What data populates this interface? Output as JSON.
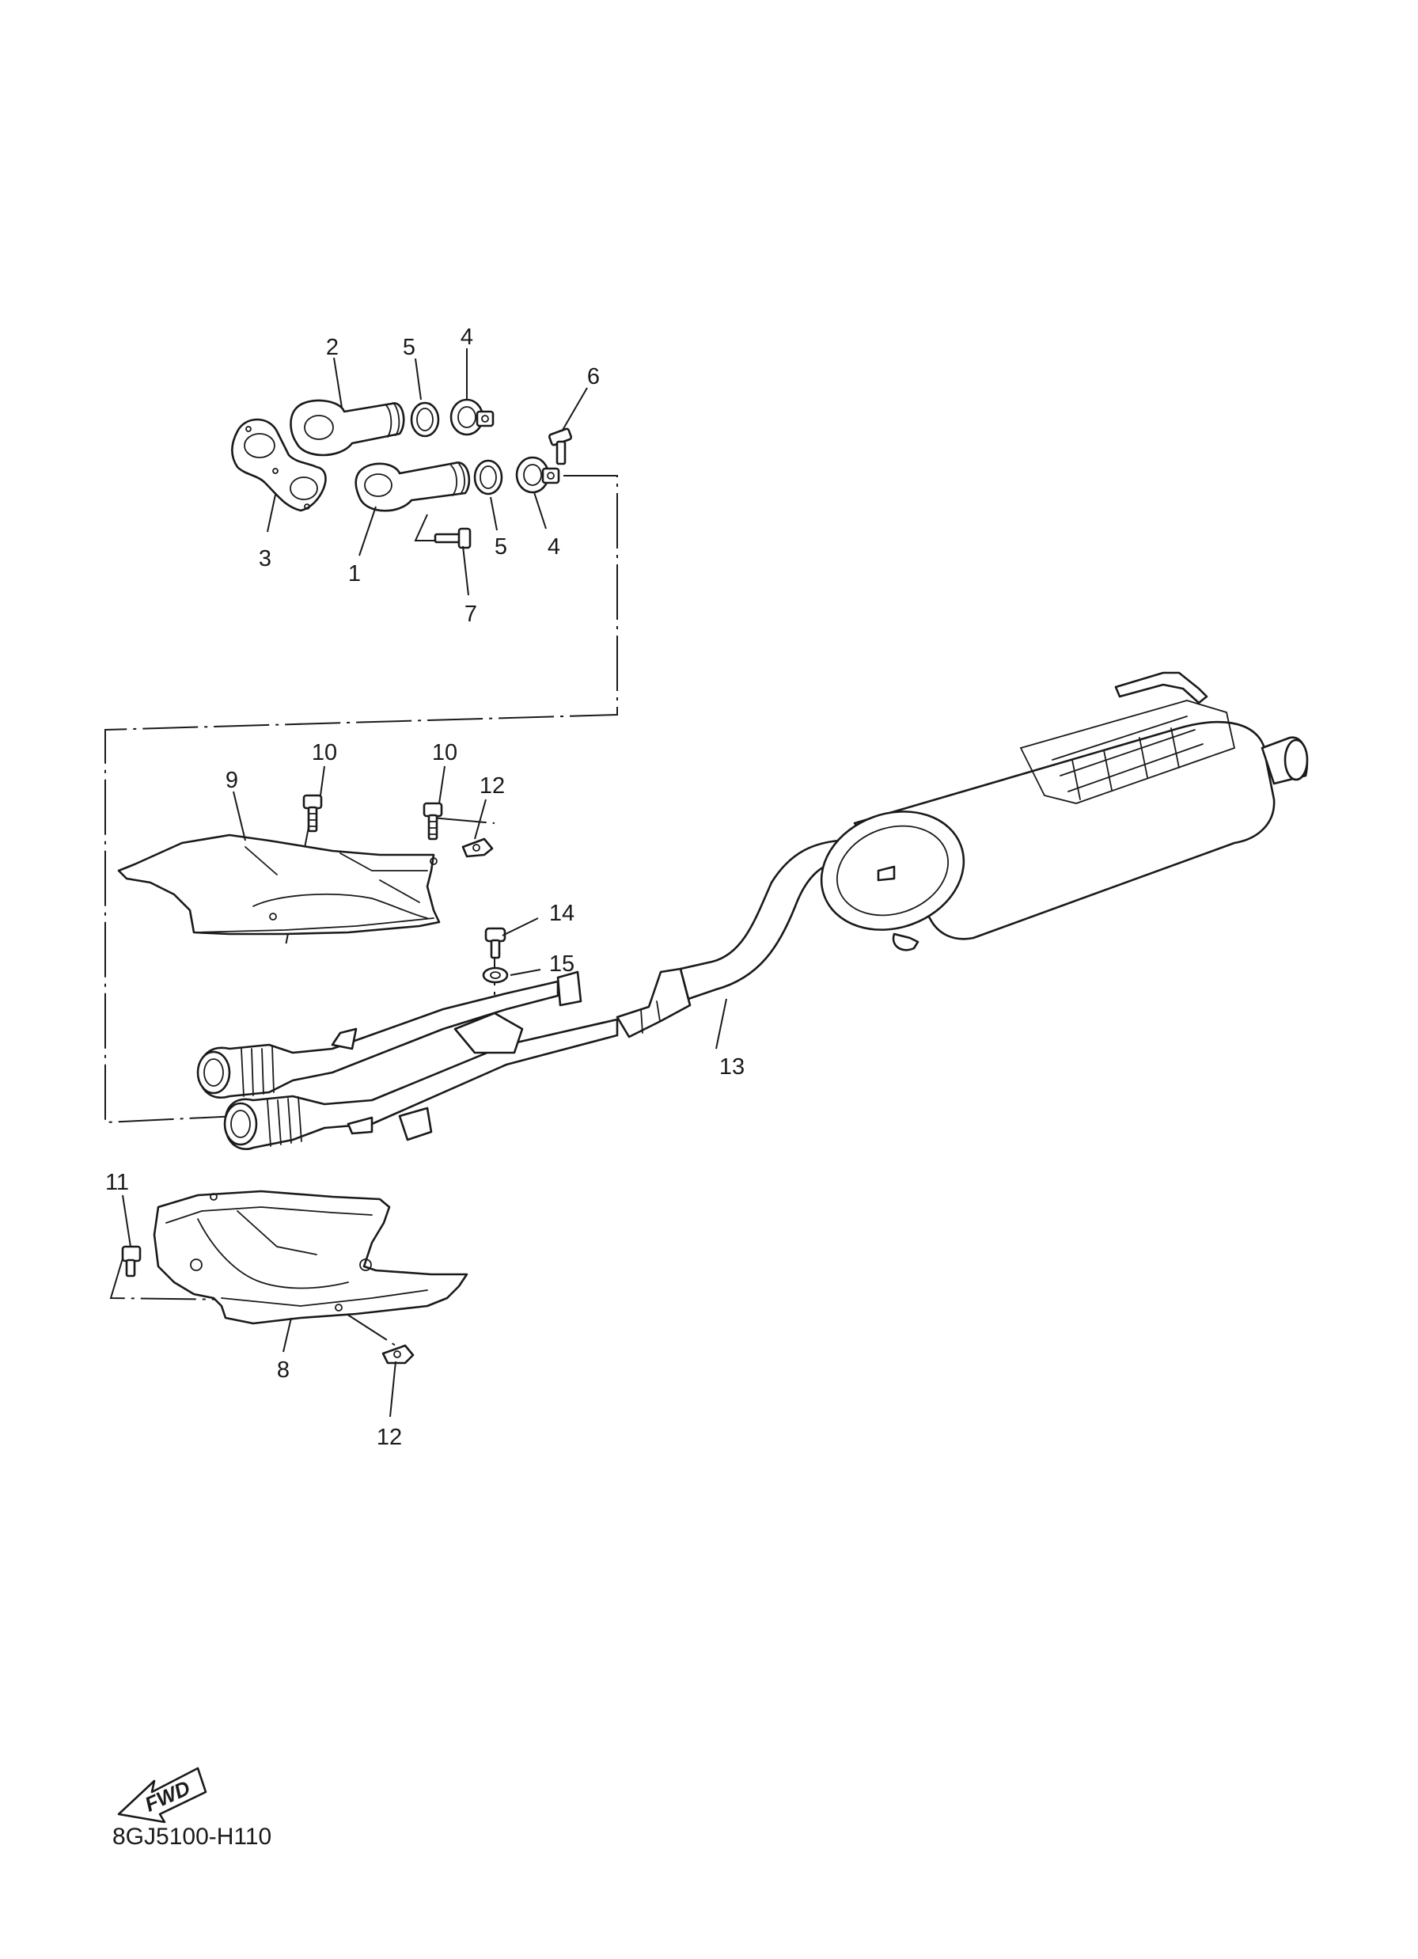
{
  "diagram_code": "8GJ5100-H110",
  "fwd_label": "FWD",
  "callouts": [
    {
      "id": "c1",
      "label": "1"
    },
    {
      "id": "c2",
      "label": "2"
    },
    {
      "id": "c3",
      "label": "3"
    },
    {
      "id": "c4a",
      "label": "4"
    },
    {
      "id": "c4b",
      "label": "4"
    },
    {
      "id": "c5a",
      "label": "5"
    },
    {
      "id": "c5b",
      "label": "5"
    },
    {
      "id": "c6",
      "label": "6"
    },
    {
      "id": "c7",
      "label": "7"
    },
    {
      "id": "c8",
      "label": "8"
    },
    {
      "id": "c9",
      "label": "9"
    },
    {
      "id": "c10a",
      "label": "10"
    },
    {
      "id": "c10b",
      "label": "10"
    },
    {
      "id": "c11",
      "label": "11"
    },
    {
      "id": "c12a",
      "label": "12"
    },
    {
      "id": "c12b",
      "label": "12"
    },
    {
      "id": "c13",
      "label": "13"
    },
    {
      "id": "c14",
      "label": "14"
    },
    {
      "id": "c15",
      "label": "15"
    }
  ]
}
